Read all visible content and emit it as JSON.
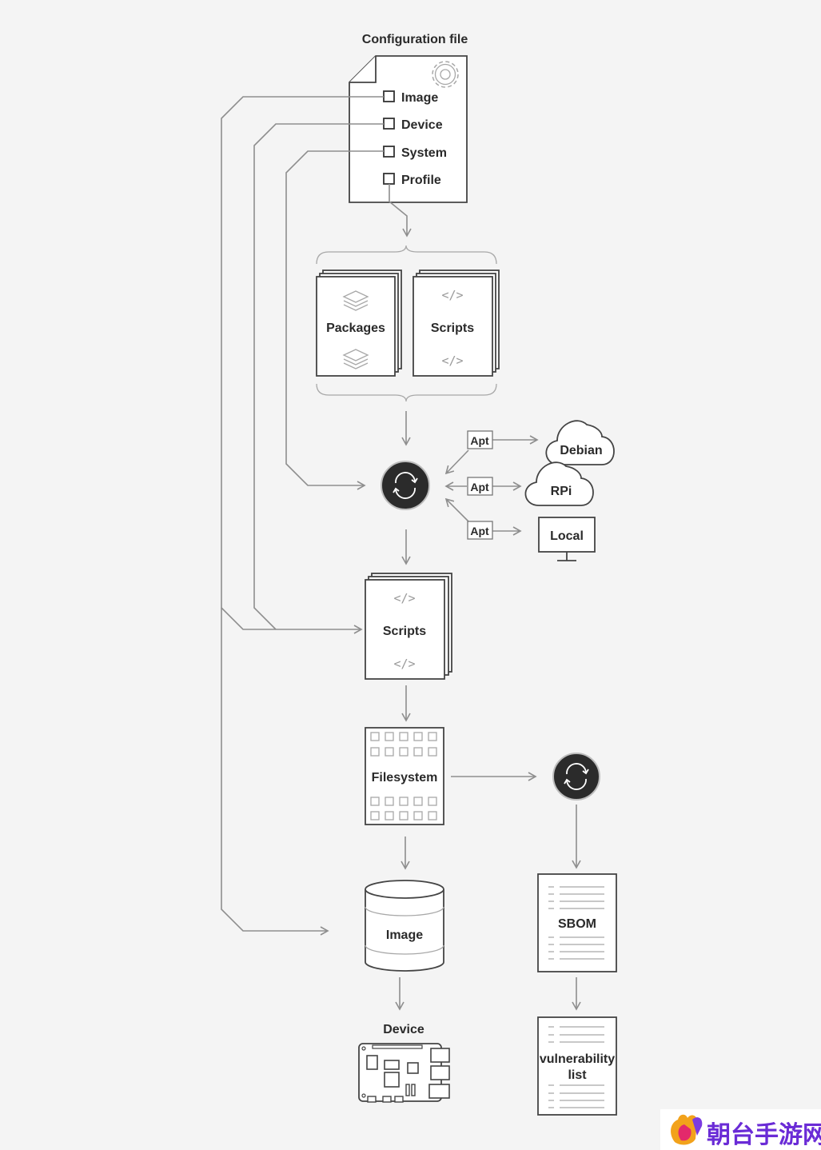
{
  "config_file": {
    "title": "Configuration file",
    "options": [
      "Image",
      "Device",
      "System",
      "Profile"
    ]
  },
  "inputs": {
    "packages_label": "Packages",
    "scripts_label": "Scripts"
  },
  "sources": {
    "apt_label": "Apt",
    "debian_label": "Debian",
    "rpi_label": "RPi",
    "local_label": "Local"
  },
  "pipeline": {
    "scripts_label": "Scripts",
    "filesystem_label": "Filesystem",
    "image_label": "Image",
    "device_label": "Device",
    "sbom_label": "SBOM",
    "vulnerability_line1": "vulnerability",
    "vulnerability_line2": "list"
  },
  "code_glyph": "</>",
  "watermark": "朝台手游网",
  "colors": {
    "background": "#f4f4f4",
    "stroke": "#444444",
    "arrow": "#8e8e8e",
    "process_circle": "#2b2b2b",
    "watermark": "#6a2bd6"
  }
}
